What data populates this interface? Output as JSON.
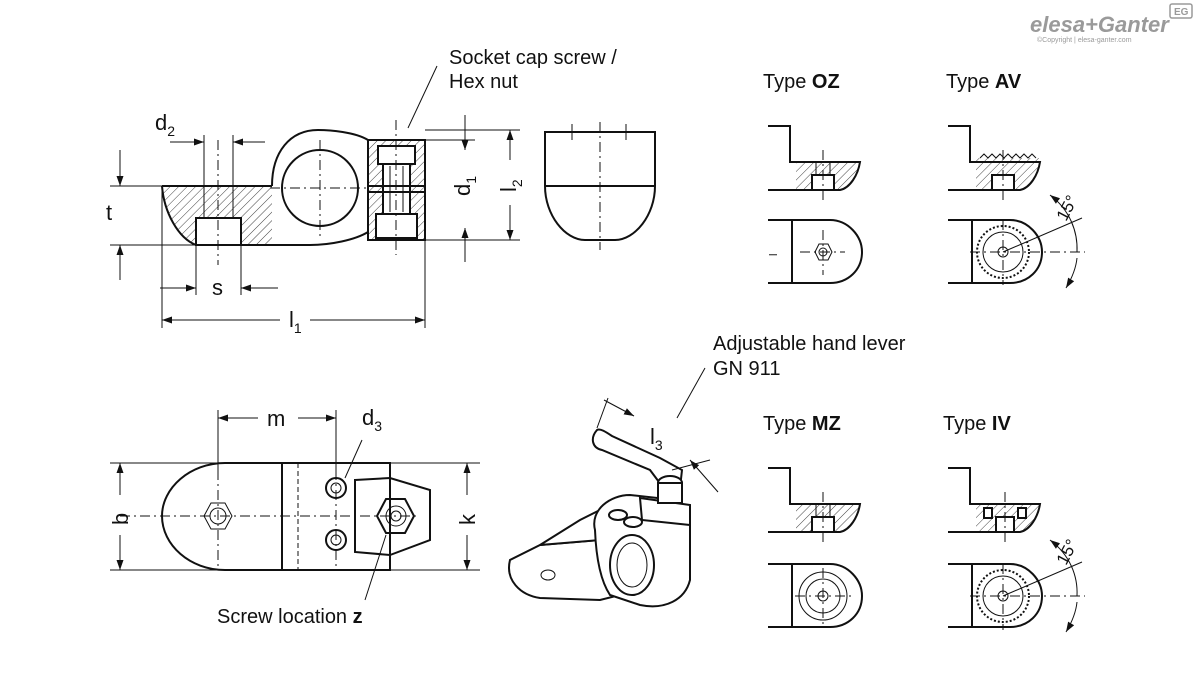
{
  "brand": {
    "name": "elesa+Ganter",
    "copyright": "©Copyright | elesa-ganter.com",
    "badge": "EG"
  },
  "callouts": {
    "socket_line1": "Socket cap screw /",
    "socket_line2": "Hex nut",
    "lever_line1": "Adjustable hand lever",
    "lever_line2": "GN 911",
    "screw_location": "Screw location",
    "screw_location_bold": "z"
  },
  "dims": {
    "d": "d",
    "t": "t",
    "s": "s",
    "l": "l",
    "b": "b",
    "k": "k",
    "m": "m",
    "sub1": "1",
    "sub2": "2",
    "sub3": "3",
    "angle": "15°"
  },
  "types": {
    "prefix": "Type",
    "oz": "OZ",
    "av": "AV",
    "mz": "MZ",
    "iv": "IV"
  }
}
